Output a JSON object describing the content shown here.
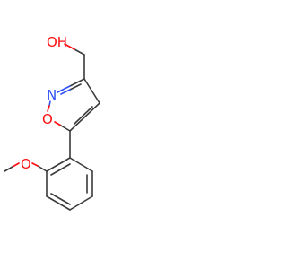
{
  "atoms": {
    "hydroxyl": "OH",
    "ring_nitrogen": "N",
    "ring_oxygen": "O",
    "ether_oxygen": "O"
  },
  "colors": {
    "bond": "#3a3a3a",
    "oxygen": "#ff0d0d",
    "nitrogen": "#3050f8",
    "background": "#ffffff"
  }
}
